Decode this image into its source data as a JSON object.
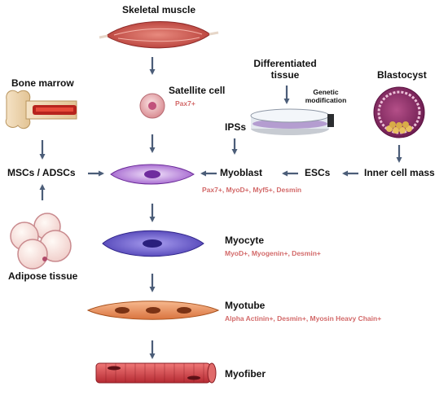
{
  "colors": {
    "arrow": "#4b5d78",
    "marker_text": "#d36a6a",
    "label_text": "#111111"
  },
  "labels": {
    "skeletal_muscle": "Skeletal muscle",
    "satellite_cell": "Satellite cell",
    "differentiated_tissue": "Differentiated\ntissue",
    "genetic_modification": "Genetic\nmodification",
    "blastocyst": "Blastocyst",
    "bone_marrow": "Bone marrow",
    "ipss": "IPSs",
    "mscs_adscs": "MSCs / ADSCs",
    "myoblast": "Myoblast",
    "escs": "ESCs",
    "inner_cell_mass": "Inner cell mass",
    "adipose_tissue": "Adipose tissue",
    "myocyte": "Myocyte",
    "myotube": "Myotube",
    "myofiber": "Myofiber"
  },
  "markers": {
    "satellite_cell": "Pax7+",
    "myoblast": "Pax7+, MyoD+, Myf5+, Desmin",
    "myocyte": "MyoD+, Myogenin+, Desmin+",
    "myotube": "Alpha Actinin+, Desmin+, Myosin Heavy Chain+"
  },
  "icons": [
    "skeletal-muscle-icon",
    "satellite-cell-icon",
    "culture-dish-icon",
    "blastocyst-icon",
    "bone-icon",
    "myoblast-cell-icon",
    "adipose-cells-icon",
    "myocyte-cell-icon",
    "myotube-cell-icon",
    "myofiber-icon"
  ]
}
